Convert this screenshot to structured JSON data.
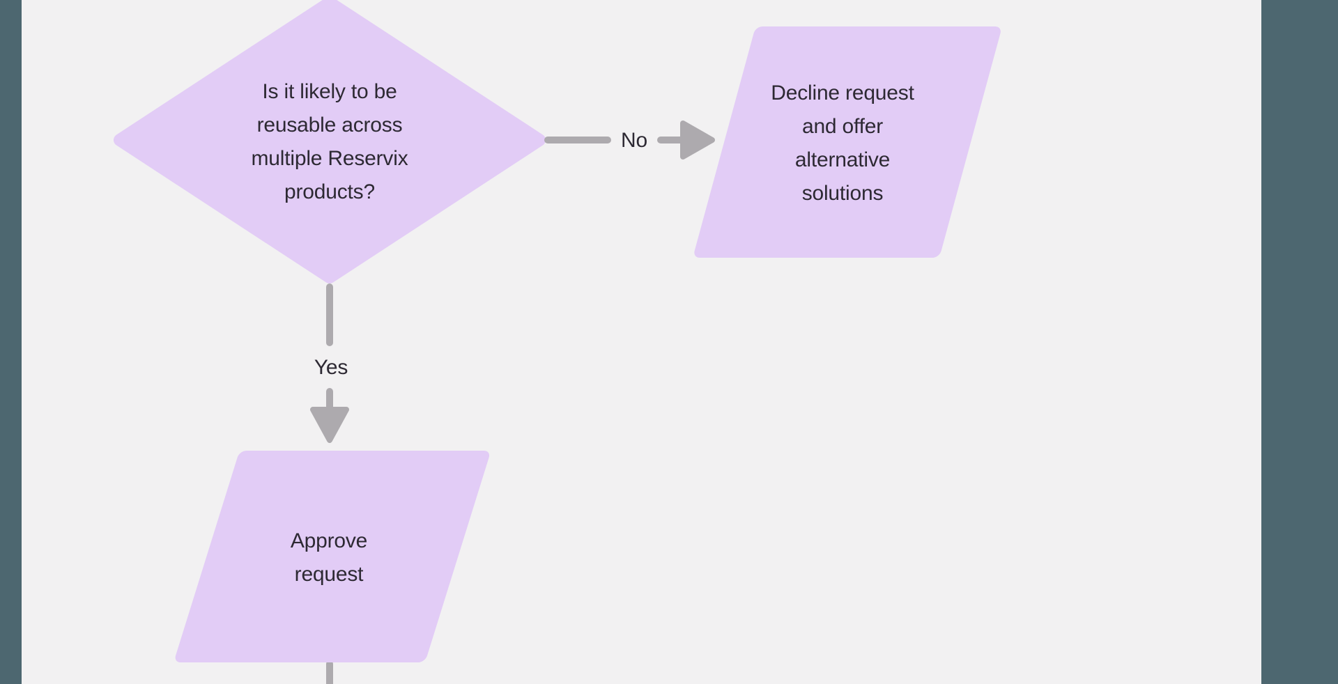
{
  "viewer": {
    "canvas_color": "#f2f1f2",
    "side_panel_color": "#4d6770"
  },
  "flowchart": {
    "colors": {
      "node_fill": "#e2ccf6",
      "connector": "#adaaae",
      "text": "#2d2933"
    },
    "decision": {
      "lines": [
        "Is it likely to be",
        "reusable across",
        "multiple Reservix",
        "products?"
      ]
    },
    "decline": {
      "lines": [
        "Decline request",
        "and offer",
        "alternative",
        "solutions"
      ]
    },
    "approve": {
      "lines": [
        "Approve",
        "request"
      ]
    },
    "edge_no": {
      "label": "No"
    },
    "edge_yes": {
      "label": "Yes"
    }
  }
}
